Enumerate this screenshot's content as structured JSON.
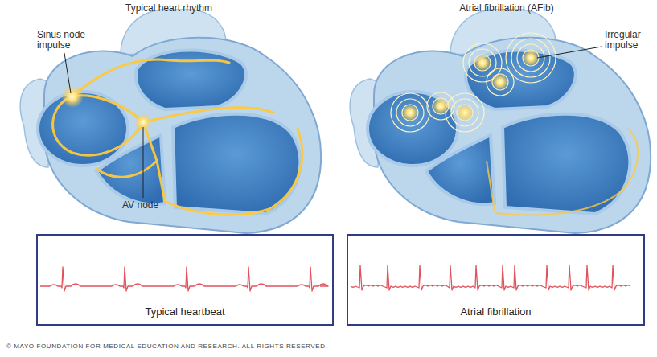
{
  "diagram": {
    "nodes": [
      {
        "text": [
          "Typical heartbeat"
        ]
      },
      {
        "text": [
          "Atrial fibrillation"
        ]
      }
    ],
    "labels": [
      "Typical heart rhythm",
      "Atrial fibrillation (AFib)",
      "Sinus node impulse",
      "AV node",
      "Irregular impulse",
      "© MAYO FOUNDATION FOR MEDICAL EDUCATION AND RESEARCH. ALL RIGHTS RESERVED."
    ]
  }
}
